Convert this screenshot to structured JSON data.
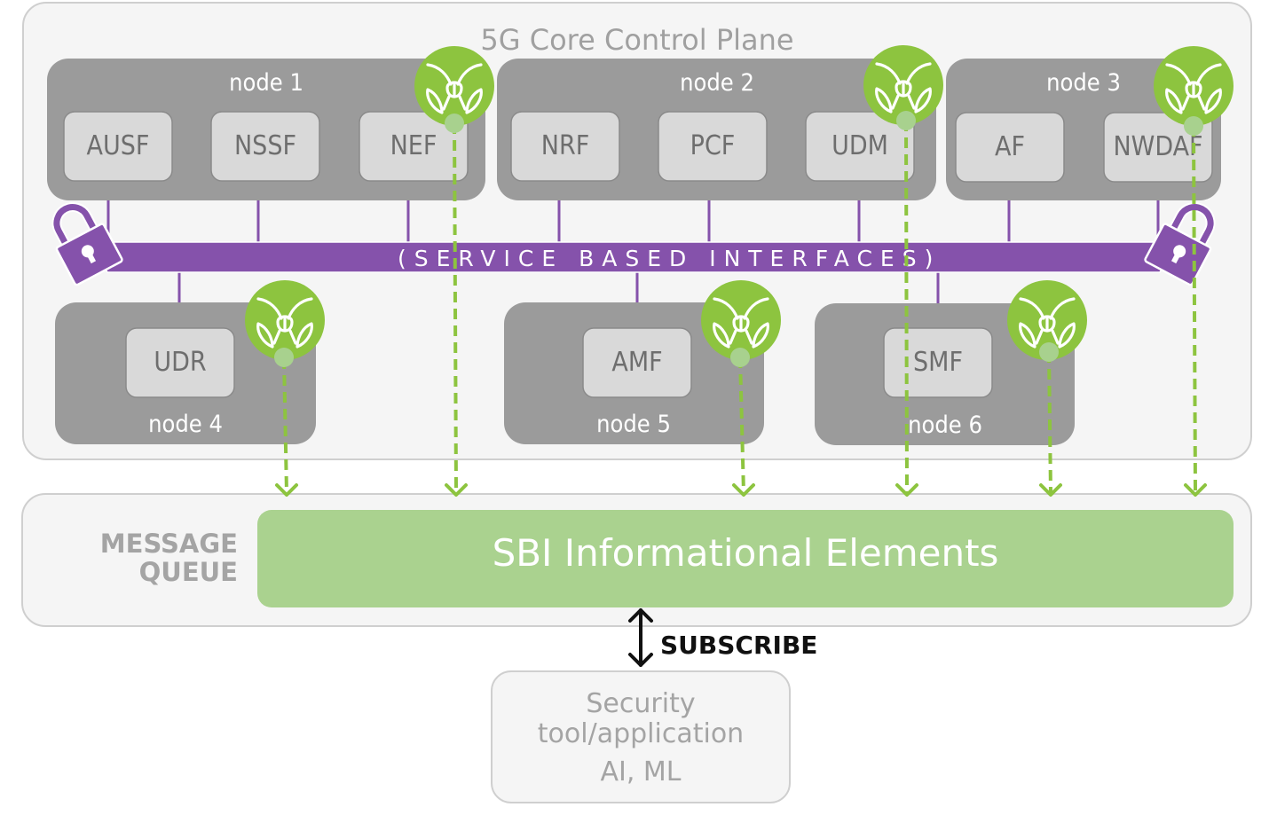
{
  "diagram": {
    "title": "5G Core Control Plane",
    "sbi_bus_label": "(SERVICE BASED INTERFACES)",
    "nodes": [
      {
        "id": "node1",
        "label": "node 1",
        "functions": [
          "AUSF",
          "NSSF",
          "NEF"
        ]
      },
      {
        "id": "node2",
        "label": "node 2",
        "functions": [
          "NRF",
          "PCF",
          "UDM"
        ]
      },
      {
        "id": "node3",
        "label": "node 3",
        "functions": [
          "AF",
          "NWDAF"
        ]
      },
      {
        "id": "node4",
        "label": "node 4",
        "functions": [
          "UDR"
        ]
      },
      {
        "id": "node5",
        "label": "node 5",
        "functions": [
          "AMF"
        ]
      },
      {
        "id": "node6",
        "label": "node 6",
        "functions": [
          "SMF"
        ]
      }
    ],
    "probe_icon": "mantis-probe-icon",
    "lock_icon": "padlock-icon",
    "message_queue": {
      "label_line1": "MESSAGE",
      "label_line2": "QUEUE",
      "content": "SBI Informational Elements"
    },
    "subscribe_label": "SUBSCRIBE",
    "consumer": {
      "line1": "Security",
      "line2": "tool/application",
      "line3": "AI, ML"
    },
    "colors": {
      "sbi_purple": "#8552ab",
      "probe_green": "#8dc43f",
      "queue_green": "#aad28f",
      "node_gray": "#9b9b9b",
      "nf_gray": "#d9d9d9"
    }
  }
}
